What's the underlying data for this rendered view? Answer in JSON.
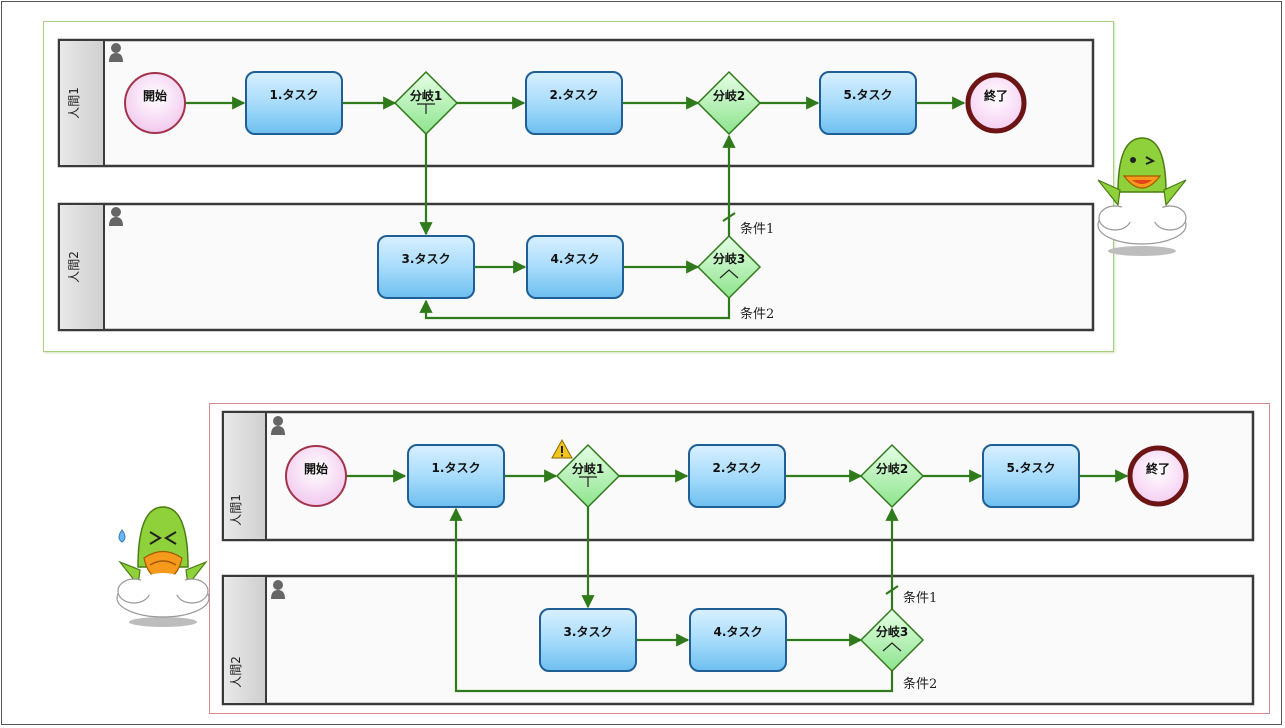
{
  "diagrams": [
    {
      "id": "top",
      "lanes": [
        "人間1",
        "人間2"
      ],
      "start": "開始",
      "end": "終了",
      "tasks": [
        "1.タスク",
        "2.タスク",
        "3.タスク",
        "4.タスク",
        "5.タスク"
      ],
      "gateways": [
        "分岐1",
        "分岐2",
        "分岐3"
      ],
      "conditions": [
        "条件1",
        "条件2"
      ]
    },
    {
      "id": "bottom",
      "lanes": [
        "人間1",
        "人間2"
      ],
      "start": "開始",
      "end": "終了",
      "tasks": [
        "1.タスク",
        "2.タスク",
        "3.タスク",
        "4.タスク",
        "5.タスク"
      ],
      "gateways": [
        "分岐1",
        "分岐2",
        "分岐3"
      ],
      "conditions": [
        "条件1",
        "条件2"
      ],
      "warning_on": "分岐1"
    }
  ],
  "colors": {
    "flow": "#2f7a1a",
    "task_fill": "#9fd4f6",
    "task_stroke": "#1f5f96",
    "gateway_fill": "#b6f0b6",
    "start_stroke": "#a3334a",
    "end_stroke": "#6d1414",
    "top_panel_border": "#a9cf84",
    "bottom_panel_border": "#d9898e"
  },
  "icons": [
    "person-icon",
    "warning-icon",
    "mascot-happy",
    "mascot-sad"
  ]
}
